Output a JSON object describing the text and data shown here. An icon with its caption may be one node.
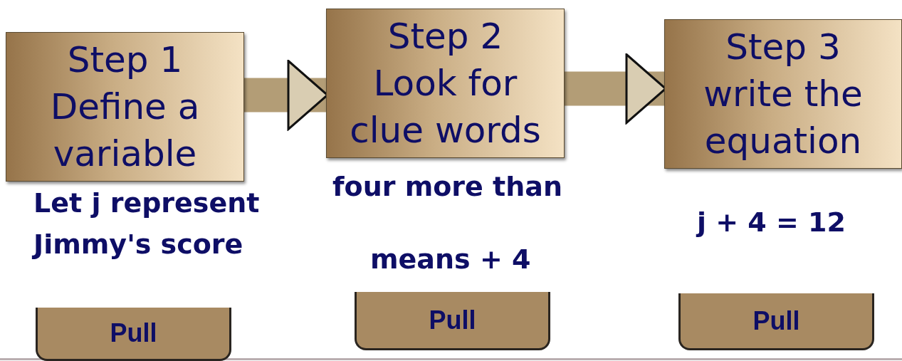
{
  "diagram": {
    "nodes": [
      {
        "text": [
          "Step 1 Define a variable"
        ],
        "beside": [
          "Let j represent Jimmy's score"
        ]
      },
      {
        "text": [
          "Step 2 Look for clue words"
        ],
        "beside": [
          "four more than"
        ]
      },
      {
        "text": [
          "Step 3 write the equation"
        ],
        "beside": [
          "j + 4 = 12"
        ]
      },
      {
        "text": [
          "Pull"
        ]
      },
      {
        "text": [
          "Pull"
        ]
      },
      {
        "text": [
          "Pull"
        ]
      }
    ],
    "edges": [
      {
        "from": 0,
        "to": 1,
        "arrow": "to"
      },
      {
        "from": 1,
        "to": 2,
        "arrow": "to"
      }
    ],
    "labels": [
      "means + 4"
    ]
  }
}
